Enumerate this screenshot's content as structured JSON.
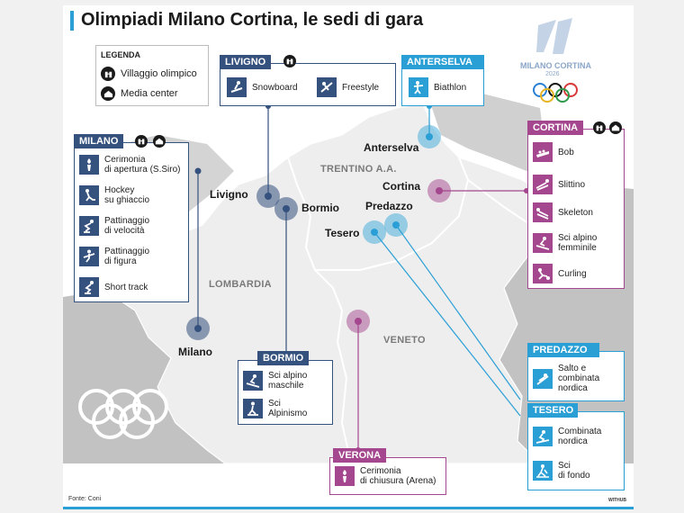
{
  "title": "Olimpiadi Milano Cortina, le sedi di gara",
  "legend": {
    "title": "LEGENDA",
    "items": [
      {
        "icon": "olympic-village-icon",
        "label": "Villaggio olimpico"
      },
      {
        "icon": "media-center-icon",
        "label": "Media center"
      }
    ]
  },
  "logo": {
    "brand": "MILANO CORTINA",
    "year": "2026"
  },
  "regions": [
    "TRENTINO A.A.",
    "LOMBARDIA",
    "VENETO"
  ],
  "places": {
    "anterselva": "Anterselva",
    "cortina": "Cortina",
    "livigno": "Livigno",
    "bormio": "Bormio",
    "predazzo": "Predazzo",
    "tesero": "Tesero",
    "milano": "Milano"
  },
  "boxes": {
    "livigno": {
      "title": "LIVIGNO",
      "events": [
        {
          "icon": "snowboard-icon",
          "label": "Snowboard"
        },
        {
          "icon": "freestyle-icon",
          "label": "Freestyle"
        }
      ]
    },
    "anterselva": {
      "title": "ANTERSELVA",
      "events": [
        {
          "icon": "biathlon-icon",
          "label": "Biathlon"
        }
      ]
    },
    "milano": {
      "title": "MILANO",
      "events": [
        {
          "icon": "torch-icon",
          "label": "Cerimonia\ndi apertura (S.Siro)"
        },
        {
          "icon": "hockey-icon",
          "label": "Hockey\nsu ghiaccio"
        },
        {
          "icon": "speed-skating-icon",
          "label": "Pattinaggio\ndi velocità"
        },
        {
          "icon": "figure-skating-icon",
          "label": "Pattinaggio\ndi figura"
        },
        {
          "icon": "short-track-icon",
          "label": "Short track"
        }
      ]
    },
    "cortina": {
      "title": "CORTINA",
      "events": [
        {
          "icon": "bob-icon",
          "label": "Bob"
        },
        {
          "icon": "luge-icon",
          "label": "Slittino"
        },
        {
          "icon": "skeleton-icon",
          "label": "Skeleton"
        },
        {
          "icon": "alpine-ski-icon",
          "label": "Sci alpino\nfemminile"
        },
        {
          "icon": "curling-icon",
          "label": "Curling"
        }
      ]
    },
    "bormio": {
      "title": "BORMIO",
      "events": [
        {
          "icon": "alpine-ski-icon",
          "label": "Sci alpino\nmaschile"
        },
        {
          "icon": "ski-mountaineering-icon",
          "label": "Sci\nAlpinismo"
        }
      ]
    },
    "predazzo": {
      "title": "PREDAZZO",
      "events": [
        {
          "icon": "ski-jump-icon",
          "label": "Salto e\ncombinata\nnordica"
        }
      ]
    },
    "tesero": {
      "title": "TESERO",
      "events": [
        {
          "icon": "nordic-combined-icon",
          "label": "Combinata\nnordica"
        },
        {
          "icon": "cross-country-icon",
          "label": "Sci\ndi fondo"
        }
      ]
    },
    "verona": {
      "title": "VERONA",
      "events": [
        {
          "icon": "torch-icon",
          "label": "Cerimonia\ndi chiusura (Arena)"
        }
      ]
    }
  },
  "colors": {
    "navy": "#35517e",
    "cyan": "#2a9fd6",
    "magenta": "#a4478e",
    "land": "#eeeeee",
    "outside": "#c2c2c2"
  },
  "footer": {
    "source": "Fonte: Coni",
    "credit": "WITHUB"
  }
}
